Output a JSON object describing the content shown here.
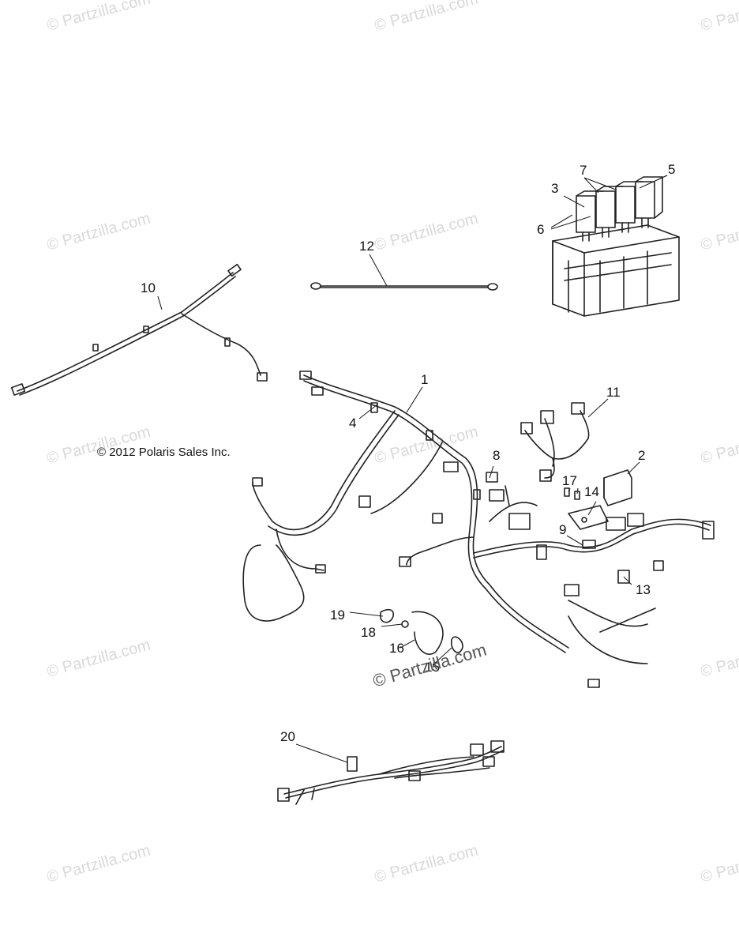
{
  "diagram": {
    "copyright": "© 2012 Polaris Sales Inc.",
    "watermark": "© Partzilla.com",
    "callouts": [
      "1",
      "2",
      "3",
      "4",
      "5",
      "6",
      "7",
      "8",
      "9",
      "10",
      "11",
      "12",
      "13",
      "14",
      "15",
      "16",
      "17",
      "18",
      "19",
      "20"
    ]
  }
}
